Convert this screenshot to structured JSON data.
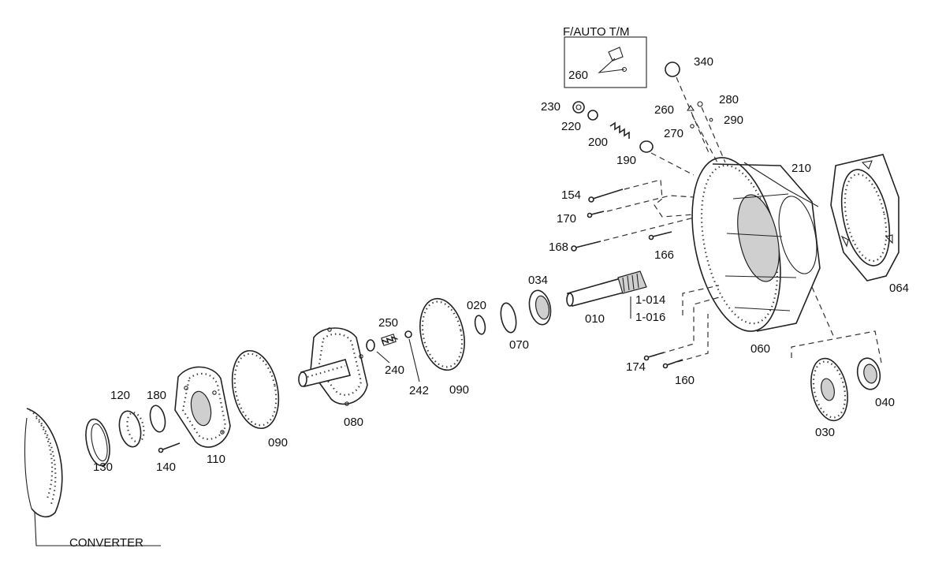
{
  "inset": {
    "title": "F/AUTO T/M",
    "part": "260"
  },
  "converter_label": "CONVERTER",
  "parts": {
    "p340": "340",
    "p230": "230",
    "p220": "220",
    "p260": "260",
    "p280": "280",
    "p270": "270",
    "p290": "290",
    "p200": "200",
    "p190": "190",
    "p210": "210",
    "p154": "154",
    "p170": "170",
    "p168": "168",
    "p166": "166",
    "p064": "064",
    "p034": "034",
    "p020": "020",
    "p070": "070",
    "p010": "010",
    "p014": "1-014",
    "p016": "1-016",
    "p250": "250",
    "p240": "240",
    "p242": "242",
    "p090a": "090",
    "p090b": "090",
    "p080": "080",
    "p060": "060",
    "p174": "174",
    "p160": "160",
    "p030": "030",
    "p040": "040",
    "p120": "120",
    "p180": "180",
    "p130": "130",
    "p140": "140",
    "p110": "110"
  }
}
